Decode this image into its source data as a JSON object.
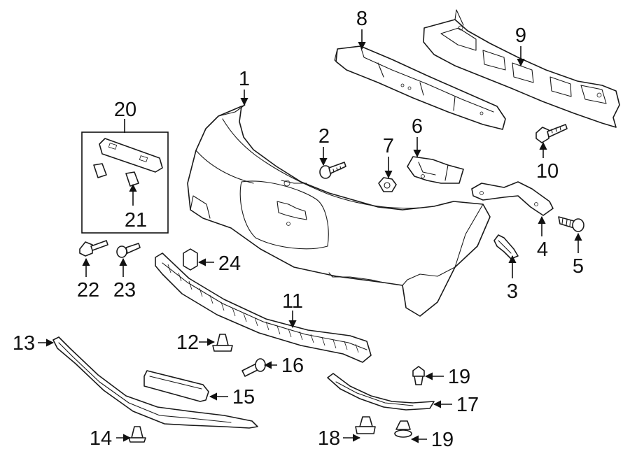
{
  "colors": {
    "line": "#1a1a1a",
    "background": "#ffffff"
  },
  "callouts": [
    {
      "id": "1",
      "text": "1"
    },
    {
      "id": "2",
      "text": "2"
    },
    {
      "id": "3",
      "text": "3"
    },
    {
      "id": "4",
      "text": "4"
    },
    {
      "id": "5",
      "text": "5"
    },
    {
      "id": "6",
      "text": "6"
    },
    {
      "id": "7",
      "text": "7"
    },
    {
      "id": "8",
      "text": "8"
    },
    {
      "id": "9",
      "text": "9"
    },
    {
      "id": "10",
      "text": "10"
    },
    {
      "id": "11",
      "text": "11"
    },
    {
      "id": "12",
      "text": "12"
    },
    {
      "id": "13",
      "text": "13"
    },
    {
      "id": "14",
      "text": "14"
    },
    {
      "id": "15",
      "text": "15"
    },
    {
      "id": "16",
      "text": "16"
    },
    {
      "id": "17",
      "text": "17"
    },
    {
      "id": "18",
      "text": "18"
    },
    {
      "id": "19a",
      "text": "19"
    },
    {
      "id": "19b",
      "text": "19"
    },
    {
      "id": "20",
      "text": "20"
    },
    {
      "id": "21",
      "text": "21"
    },
    {
      "id": "22",
      "text": "22"
    },
    {
      "id": "23",
      "text": "23"
    },
    {
      "id": "24",
      "text": "24"
    }
  ]
}
